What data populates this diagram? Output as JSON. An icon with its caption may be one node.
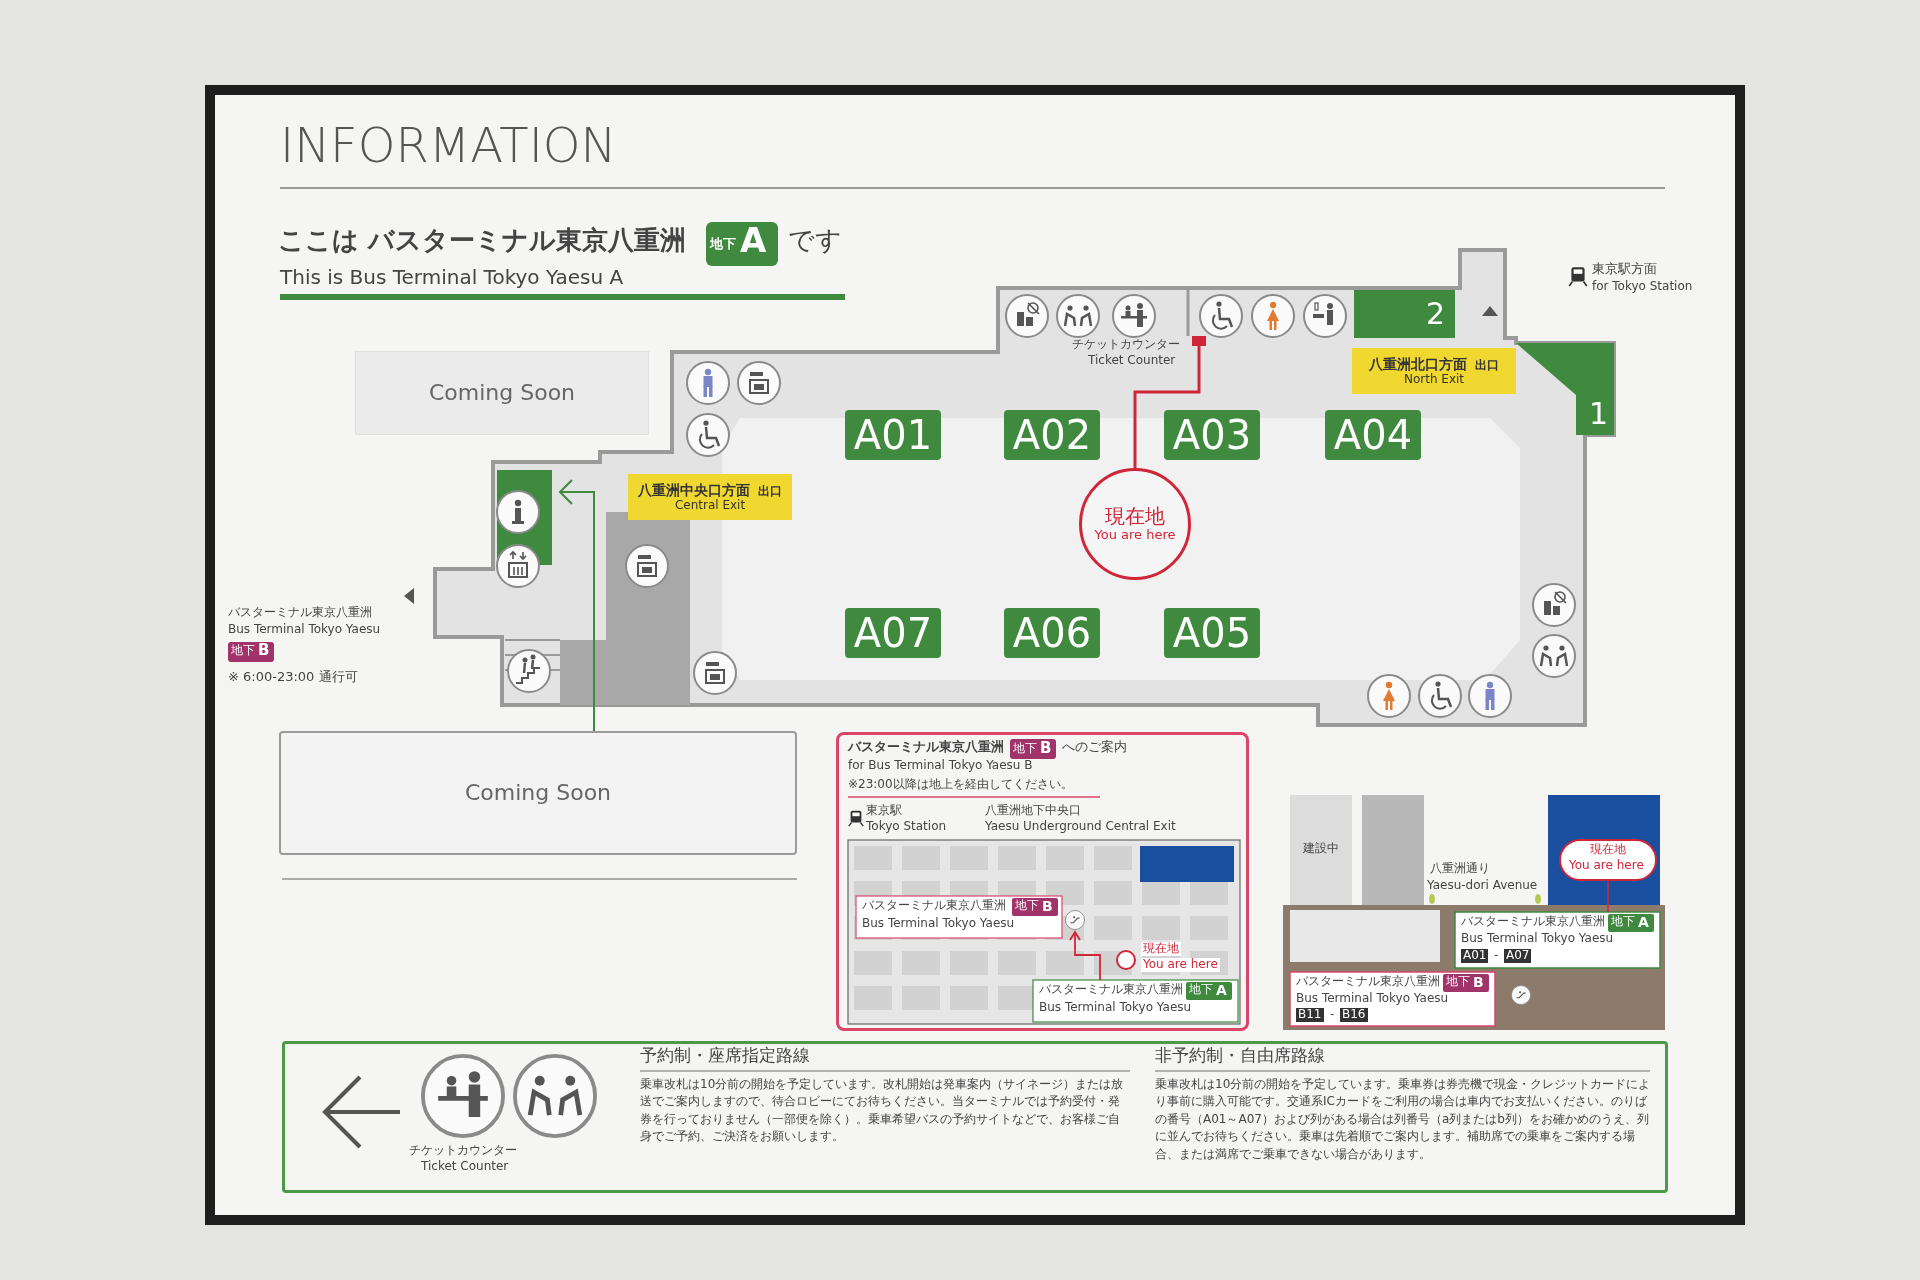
{
  "diagram": {
    "title": "INFORMATION",
    "nodes": [
      {
        "text": [
          "Coming Soon"
        ]
      },
      {
        "text": [
          "Coming Soon"
        ]
      },
      {
        "text": [
          "八重洲中央口方面",
          "出口",
          "Central Exit"
        ]
      },
      {
        "text": [
          "八重洲北口方面",
          "出口",
          "North Exit"
        ]
      },
      {
        "text": [
          "2"
        ]
      },
      {
        "text": [
          "1"
        ]
      },
      {
        "text": [
          "A01"
        ]
      },
      {
        "text": [
          "A02"
        ]
      },
      {
        "text": [
          "A03"
        ]
      },
      {
        "text": [
          "A04"
        ]
      },
      {
        "text": [
          "A07"
        ]
      },
      {
        "text": [
          "A06"
        ]
      },
      {
        "text": [
          "A05"
        ]
      },
      {
        "text": [
          "現在地",
          "You are here"
        ]
      },
      {
        "text": [],
        "shape": "box"
      }
    ],
    "edges": [
      {
        "from": 13,
        "to": 14,
        "arrow": "none",
        "color": "#d0263a"
      }
    ],
    "labels": [
      "ここは バスターミナル東京八重洲",
      "地下",
      "A",
      "です",
      "This is Bus Terminal Tokyo Yaesu A",
      "東京駅方面",
      "for Tokyo Station",
      "チケットカウンター",
      "Ticket Counter",
      "バスターミナル東京八重洲",
      "Bus Terminal Tokyo Yaesu",
      "地下",
      "B",
      "※ 6:00-23:00 通行可",
      "バスターミナル東京八重洲",
      "地下",
      "B",
      "へのご案内",
      "※23:00以降は地上を経由してください。",
      "for Bus Terminal Tokyo Yaesu B",
      "東京駅",
      "Tokyo Station",
      "八重洲地下中央口",
      "Yaesu Underground Central Exit",
      "バスターミナル東京八重洲",
      "Bus Terminal Tokyo Yaesu",
      "地下",
      "B",
      "現在地",
      "You are here",
      "バスターミナル東京八重洲",
      "Bus Terminal Tokyo Yaesu",
      "地下",
      "A",
      "建設中",
      "八重洲通り",
      "Yaesu-dori Avenue",
      "現在地",
      "You are here",
      "バスターミナル東京八重洲",
      "Bus Terminal Tokyo Yaesu",
      "地下",
      "A",
      "A01",
      "-",
      "A07",
      "バスターミナル東京八重洲",
      "Bus Terminal Tokyo Yaesu",
      "地下",
      "B",
      "B11",
      "-",
      "B16",
      "チケットカウンター",
      "Ticket Counter",
      "予約制・座席指定路線",
      "乗車改札は10分前の開始を予定しています。改札開始は発車案内（サイネージ）または放送でご案内しますので、待合ロビーにてお待ちください。当ターミナルでは予約受付・発券を行っておりません（一部便を除く）。乗車希望バスの予約サイトなどで、お客様ご自身でご予約、ご決済をお願いします。",
      "非予約制・自由席路線",
      "乗車改札は10分前の開始を予定しています。乗車券は券売機で現金・クレジットカードにより事前に購入可能です。交通系ICカードをご利用の場合は車内でお支払いください。のりばの番号（A01～A07）および列がある場合は列番号（a列またはb列）をお確かめのうえ、列に並んでお待ちください。乗車は先着順でご案内します。補助席での乗車をご案内する場合、または満席でご乗車できない場合があります。"
    ]
  }
}
